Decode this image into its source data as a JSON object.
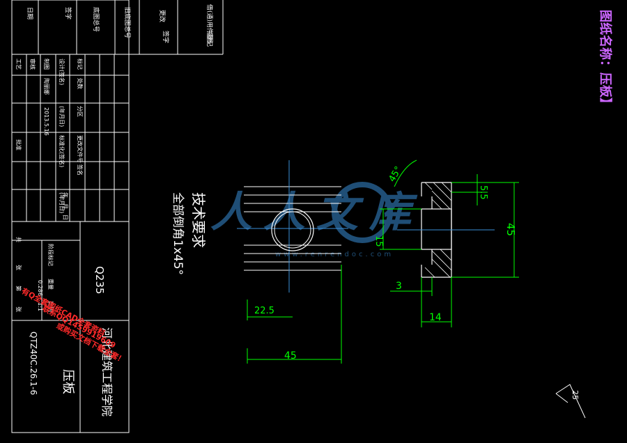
{
  "drawing": {
    "title_vertical": "图纸名称：压板】",
    "code_vertical": "QTZ40C.26.1-6",
    "part_name": "压板",
    "material": "Q235",
    "school": "河北建筑工程学院",
    "tech_req_title": "技术要求",
    "tech_req_body": "全部倒角1x45°",
    "roughness": "25",
    "watermark_text": "人人文库",
    "watermark_url": "www.renrendoc.com",
    "overlay_note_1": "有Q全套图纸CAD全套资料",
    "overlay_note_2": "联系QQ1459919609",
    "overlay_note_3": "或购买文档下载全套！"
  },
  "dims": {
    "front_width": "45",
    "front_hole": "22.5",
    "side_height": "45",
    "side_width": "14",
    "side_step": "3",
    "side_top": "5.5",
    "side_mid": "15",
    "chamfer": "45°"
  },
  "title_block": {
    "top_labels": [
      "日期",
      "签字",
      "底图总号",
      "旧底图总号",
      "更改",
      "签字",
      "借(通)用件登记",
      "描图"
    ],
    "col_headers": [
      "标记",
      "处数",
      "分区",
      "更改文件号",
      "签名",
      "年、月、日"
    ],
    "row_headers": [
      "工艺",
      "审核",
      "制图",
      "设计(签名)",
      "(年月日)",
      "标准化(签名)",
      "(年月日)",
      "批准"
    ],
    "design_name": "陶丽娜",
    "design_date": "2013.5.16",
    "right_labels": [
      "阶段标记",
      "重量",
      "比例"
    ],
    "weight": "0.286",
    "scale": "1:1",
    "sheet": [
      "共",
      "张",
      "第",
      "张"
    ]
  },
  "colors": {
    "background": "#000000",
    "line_white": "#ffffff",
    "dim_green": "#00ff00",
    "center_blue": "#3a8fd8",
    "accent_magenta": "#cc66ff",
    "stamp_red": "#ff2a2a"
  }
}
